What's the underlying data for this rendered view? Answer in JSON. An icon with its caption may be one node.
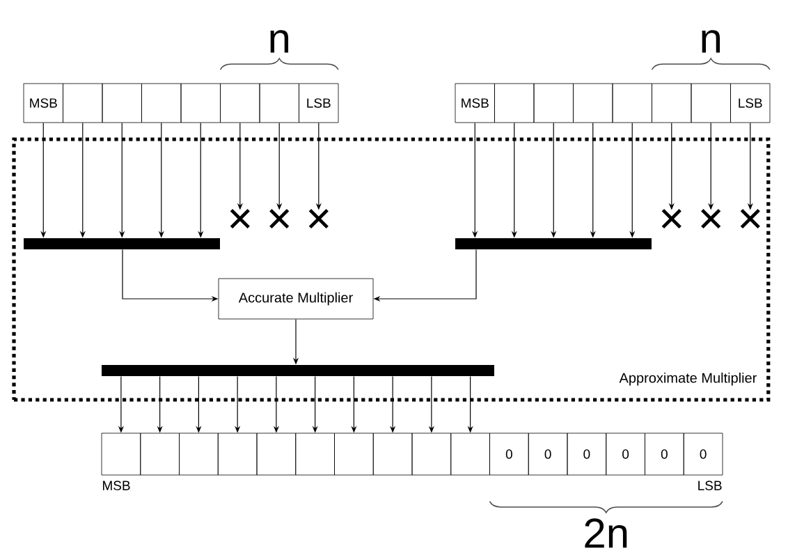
{
  "diagram": {
    "nodes": [
      {
        "text": [
          "MSB"
        ]
      },
      {
        "text": [],
        "shape": "box"
      },
      {
        "text": [],
        "shape": "box"
      },
      {
        "text": [],
        "shape": "box"
      },
      {
        "text": [],
        "shape": "box"
      },
      {
        "text": [],
        "shape": "box"
      },
      {
        "text": [],
        "shape": "box"
      },
      {
        "text": [
          "LSB"
        ]
      },
      {
        "text": [
          "MSB"
        ]
      },
      {
        "text": [],
        "shape": "box"
      },
      {
        "text": [],
        "shape": "box"
      },
      {
        "text": [],
        "shape": "box"
      },
      {
        "text": [],
        "shape": "box"
      },
      {
        "text": [],
        "shape": "box"
      },
      {
        "text": [],
        "shape": "box"
      },
      {
        "text": [
          "LSB"
        ]
      },
      {
        "text": [
          "Approximate Multiplier"
        ]
      },
      {
        "text": [],
        "shape": "cross",
        "in": 16
      },
      {
        "text": [],
        "shape": "cross",
        "in": 16
      },
      {
        "text": [],
        "shape": "cross",
        "in": 16
      },
      {
        "text": [],
        "shape": "cross",
        "in": 16
      },
      {
        "text": [],
        "shape": "cross",
        "in": 16
      },
      {
        "text": [],
        "shape": "cross",
        "in": 16
      },
      {
        "text": [],
        "shape": "bar",
        "in": 16
      },
      {
        "text": [],
        "shape": "bar",
        "in": 16
      },
      {
        "text": [
          "Accurate Multiplier"
        ],
        "in": 16
      },
      {
        "text": [],
        "shape": "bar",
        "in": 16
      },
      {
        "text": [],
        "shape": "box",
        "beside": [
          "MSB"
        ]
      },
      {
        "text": [],
        "shape": "box"
      },
      {
        "text": [],
        "shape": "box"
      },
      {
        "text": [],
        "shape": "box"
      },
      {
        "text": [],
        "shape": "box"
      },
      {
        "text": [],
        "shape": "box"
      },
      {
        "text": [],
        "shape": "box"
      },
      {
        "text": [],
        "shape": "box"
      },
      {
        "text": [],
        "shape": "box"
      },
      {
        "text": [],
        "shape": "box"
      },
      {
        "text": [
          "0"
        ]
      },
      {
        "text": [
          "0"
        ]
      },
      {
        "text": [
          "0"
        ]
      },
      {
        "text": [
          "0"
        ]
      },
      {
        "text": [
          "0"
        ]
      },
      {
        "text": [
          "0"
        ],
        "beside": [
          "LSB"
        ]
      }
    ],
    "edges": [
      {
        "from": 0,
        "to": 23,
        "arrow": "to"
      },
      {
        "from": 1,
        "to": 23,
        "arrow": "to"
      },
      {
        "from": 2,
        "to": 23,
        "arrow": "to"
      },
      {
        "from": 3,
        "to": 23,
        "arrow": "to"
      },
      {
        "from": 4,
        "to": 23,
        "arrow": "to"
      },
      {
        "from": 5,
        "to": 17,
        "arrow": "to"
      },
      {
        "from": 6,
        "to": 18,
        "arrow": "to"
      },
      {
        "from": 7,
        "to": 19,
        "arrow": "to"
      },
      {
        "from": 8,
        "to": 24,
        "arrow": "to"
      },
      {
        "from": 9,
        "to": 24,
        "arrow": "to"
      },
      {
        "from": 10,
        "to": 24,
        "arrow": "to"
      },
      {
        "from": 11,
        "to": 24,
        "arrow": "to"
      },
      {
        "from": 12,
        "to": 24,
        "arrow": "to"
      },
      {
        "from": 13,
        "to": 20,
        "arrow": "to"
      },
      {
        "from": 14,
        "to": 21,
        "arrow": "to"
      },
      {
        "from": 15,
        "to": 22,
        "arrow": "to"
      },
      {
        "from": 23,
        "to": 25,
        "arrow": "to"
      },
      {
        "from": 24,
        "to": 25,
        "arrow": "to"
      },
      {
        "from": 25,
        "to": 26,
        "arrow": "to"
      },
      {
        "from": 26,
        "to": 27,
        "arrow": "to"
      },
      {
        "from": 26,
        "to": 28,
        "arrow": "to"
      },
      {
        "from": 26,
        "to": 29,
        "arrow": "to"
      },
      {
        "from": 26,
        "to": 30,
        "arrow": "to"
      },
      {
        "from": 26,
        "to": 31,
        "arrow": "to"
      },
      {
        "from": 26,
        "to": 32,
        "arrow": "to"
      },
      {
        "from": 26,
        "to": 33,
        "arrow": "to"
      },
      {
        "from": 26,
        "to": 34,
        "arrow": "to"
      },
      {
        "from": 26,
        "to": 35,
        "arrow": "to"
      },
      {
        "from": 26,
        "to": 36,
        "arrow": "to"
      }
    ],
    "labels": [
      "n",
      "n",
      "2n"
    ]
  }
}
